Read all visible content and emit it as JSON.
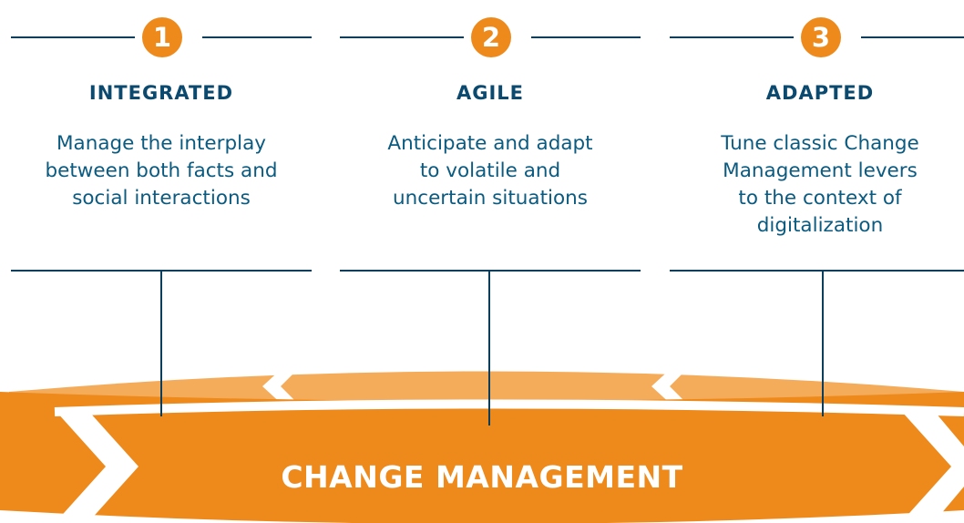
{
  "pillars": [
    {
      "number": "1",
      "title": "INTEGRATED",
      "description": "Manage the interplay\nbetween both facts and\nsocial interactions"
    },
    {
      "number": "2",
      "title": "AGILE",
      "description": "Anticipate and adapt\nto volatile and\nuncertain situations"
    },
    {
      "number": "3",
      "title": "ADAPTED",
      "description": "Tune classic Change\nManagement levers\nto the context of\ndigitalization"
    }
  ],
  "band": {
    "label": "CHANGE MANAGEMENT"
  },
  "colors": {
    "orange": "#ee8a1b",
    "light_orange": "#f5ac5a",
    "navy": "#0b3d5c",
    "teal_text": "#0b5a80"
  }
}
